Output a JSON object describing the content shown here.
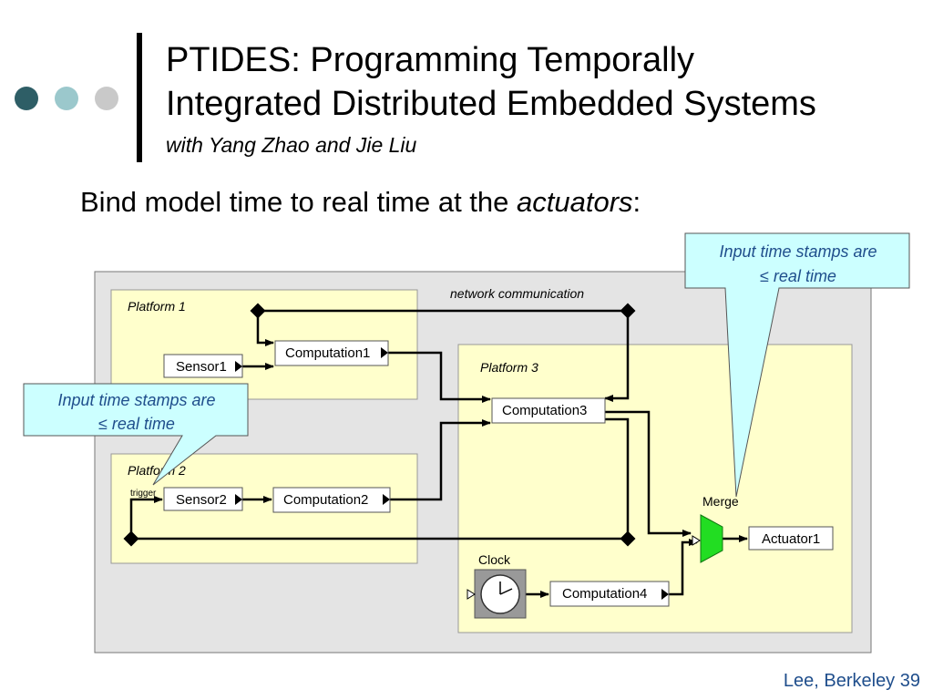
{
  "slide": {
    "title_line1": "PTIDES: Programming Temporally",
    "title_line2": "Integrated Distributed Embedded Systems",
    "subtitle": "with Yang Zhao and Jie Liu",
    "bullet_text": "Bind model time to real time at the ",
    "bullet_emphasis": "actuators",
    "bullet_tail": ":",
    "footer": "Lee, Berkeley 39"
  },
  "diagram": {
    "network_label": "network communication",
    "platforms": [
      "Platform 1",
      "Platform 2",
      "Platform 3"
    ],
    "actors": {
      "sensor1": "Sensor1",
      "sensor2": "Sensor2",
      "computation1": "Computation1",
      "computation2": "Computation2",
      "computation3": "Computation3",
      "computation4": "Computation4",
      "actuator1": "Actuator1",
      "merge": "Merge",
      "clock": "Clock",
      "trigger": "trigger"
    },
    "callout_top": {
      "line1": "Input time stamps are",
      "line2": "≤ real time"
    },
    "callout_left": {
      "line1": "Input time stamps are",
      "line2": "≤ real time"
    }
  },
  "colors": {
    "dot1": "#2e5e66",
    "dot2": "#9bc8cc",
    "dot3": "#c9c9c9",
    "canvas": "#e4e4e4",
    "platform_fill": "#ffffcc",
    "callout_fill": "#ccffff",
    "merge_fill": "#22dd22",
    "footer": "#1f4e8c"
  }
}
